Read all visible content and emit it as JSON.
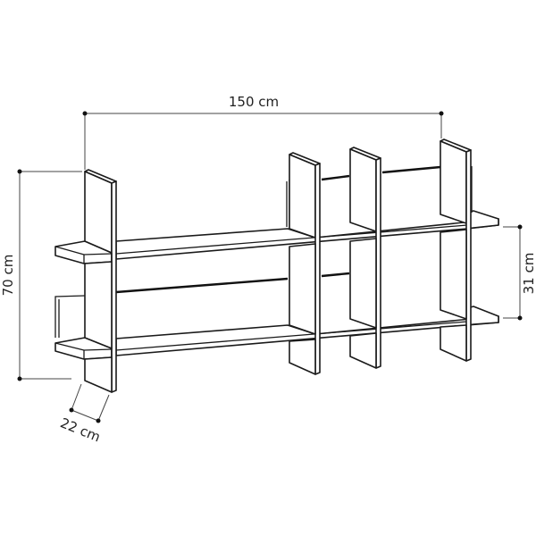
{
  "figure": {
    "subject": "Wall shelf unit — dimensioned line drawing",
    "background_color": "#ffffff",
    "line_color": "#1a1a1a"
  },
  "dimensions": {
    "width": {
      "label": "150 cm",
      "value": 150,
      "unit": "cm"
    },
    "height": {
      "label": "70 cm",
      "value": 70,
      "unit": "cm"
    },
    "shelf_spacing": {
      "label": "31 cm",
      "value": 31,
      "unit": "cm"
    },
    "depth": {
      "label": "22 cm",
      "value": 22,
      "unit": "cm"
    }
  },
  "structure": {
    "shelves": 2,
    "vertical_panels": 4
  }
}
